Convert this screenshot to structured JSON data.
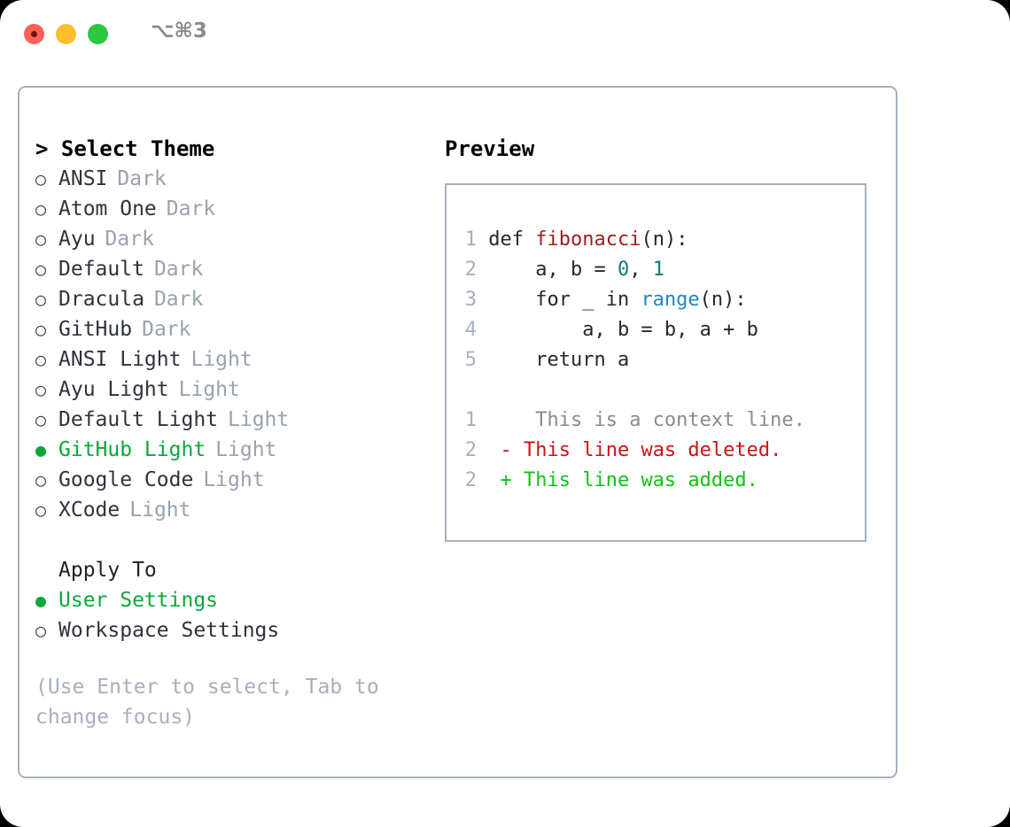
{
  "titlebar": {
    "shortcut": "⌥⌘3",
    "buttons": [
      "close",
      "minimize",
      "maximize"
    ]
  },
  "theme_picker": {
    "title": "> Select Theme",
    "marker_unselected": "○",
    "marker_selected": "●",
    "options": [
      {
        "name": "ANSI",
        "variant": "Dark",
        "selected": false
      },
      {
        "name": "Atom One",
        "variant": "Dark",
        "selected": false
      },
      {
        "name": "Ayu",
        "variant": "Dark",
        "selected": false
      },
      {
        "name": "Default",
        "variant": "Dark",
        "selected": false
      },
      {
        "name": "Dracula",
        "variant": "Dark",
        "selected": false
      },
      {
        "name": "GitHub",
        "variant": "Dark",
        "selected": false
      },
      {
        "name": "ANSI Light",
        "variant": "Light",
        "selected": false
      },
      {
        "name": "Ayu Light",
        "variant": "Light",
        "selected": false
      },
      {
        "name": "Default Light",
        "variant": "Light",
        "selected": false
      },
      {
        "name": "GitHub Light",
        "variant": "Light",
        "selected": true
      },
      {
        "name": "Google Code",
        "variant": "Light",
        "selected": false
      },
      {
        "name": "XCode",
        "variant": "Light",
        "selected": false
      }
    ]
  },
  "apply_to": {
    "title": "Apply To",
    "options": [
      {
        "name": "User Settings",
        "selected": true
      },
      {
        "name": "Workspace Settings",
        "selected": false
      }
    ]
  },
  "help": {
    "text": "(Use Enter to select, Tab to\nchange focus)"
  },
  "preview": {
    "title": "Preview",
    "code_lines": [
      {
        "num": "1",
        "tokens": [
          {
            "t": "def ",
            "c": "tok-def"
          },
          {
            "t": "fibonacci",
            "c": "tok-fn"
          },
          {
            "t": "(n):",
            "c": "tok-plain"
          }
        ]
      },
      {
        "num": "2",
        "tokens": [
          {
            "t": "    a, b = ",
            "c": "tok-plain"
          },
          {
            "t": "0",
            "c": "tok-num"
          },
          {
            "t": ", ",
            "c": "tok-plain"
          },
          {
            "t": "1",
            "c": "tok-num"
          }
        ]
      },
      {
        "num": "3",
        "tokens": [
          {
            "t": "    for _ in ",
            "c": "tok-plain"
          },
          {
            "t": "range",
            "c": "tok-builtin"
          },
          {
            "t": "(n):",
            "c": "tok-plain"
          }
        ]
      },
      {
        "num": "4",
        "tokens": [
          {
            "t": "        a, b = b, a + b",
            "c": "tok-plain"
          }
        ]
      },
      {
        "num": "5",
        "tokens": [
          {
            "t": "    return a",
            "c": "tok-plain"
          }
        ]
      }
    ],
    "diff_lines": [
      {
        "num": "1",
        "sign": " ",
        "text": "  This is a context line.",
        "kind": "diff-ctx"
      },
      {
        "num": "2",
        "sign": "-",
        "text": " This line was deleted.",
        "kind": "diff-del"
      },
      {
        "num": "2",
        "sign": "+",
        "text": " This line was added.",
        "kind": "diff-add"
      }
    ]
  },
  "colors": {
    "selected_green": "#0aa83c",
    "muted_gray": "#98a2b0",
    "border": "#a6b0bd",
    "diff_added": "#12c216",
    "diff_deleted": "#cf1111",
    "syntax_function": "#a01c24",
    "syntax_number": "#117c75",
    "syntax_builtin": "#1f87c0"
  }
}
